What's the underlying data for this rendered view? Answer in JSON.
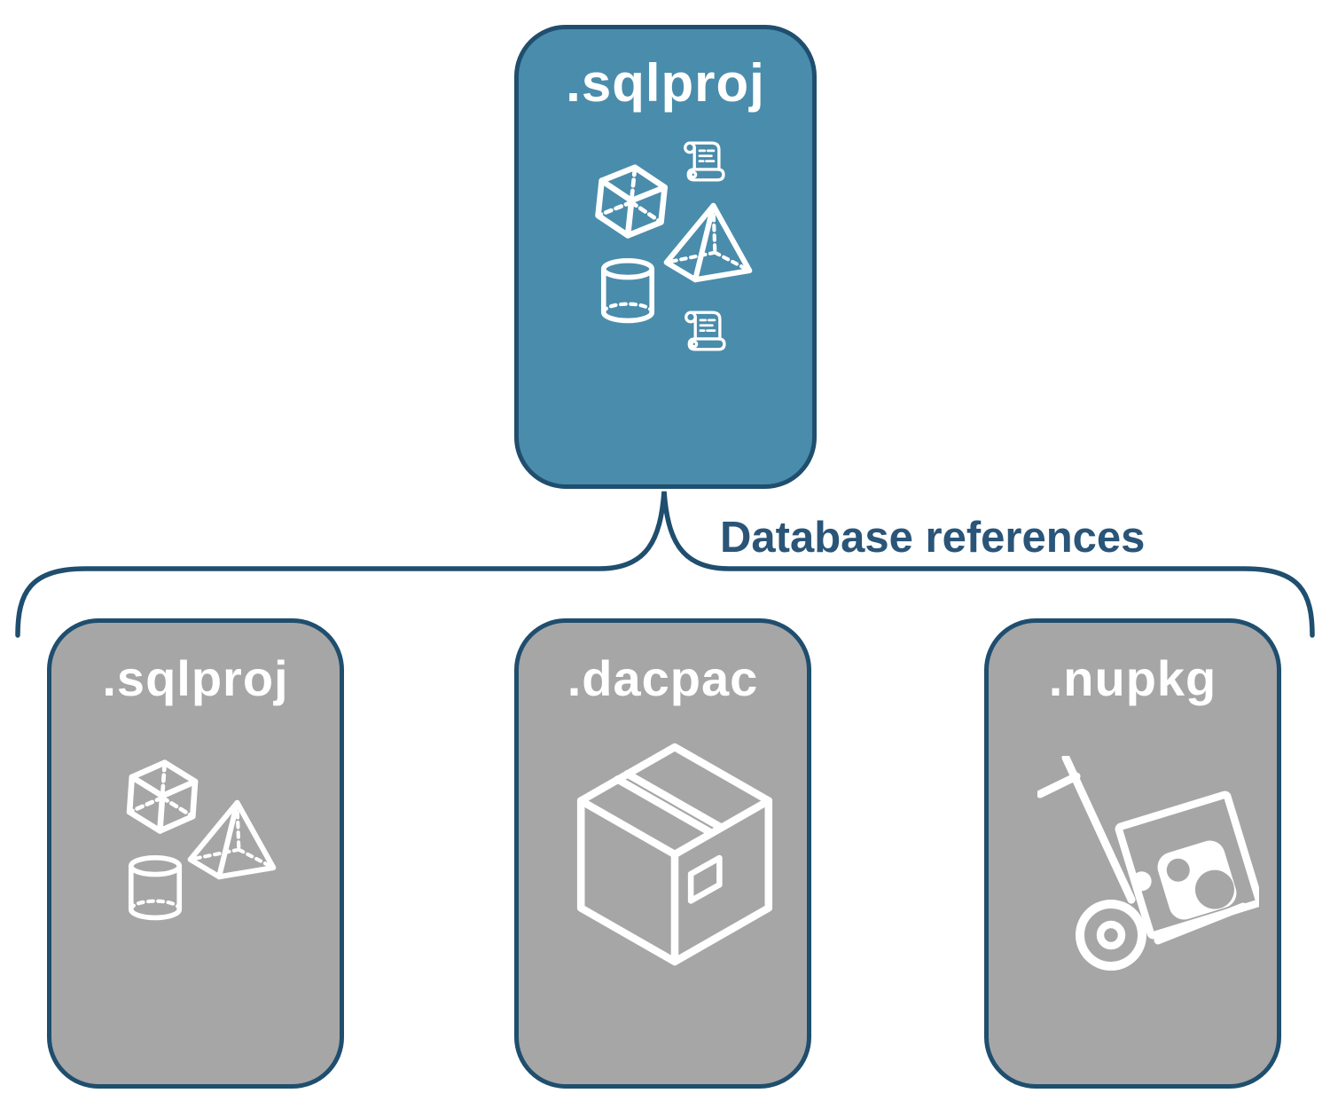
{
  "colors": {
    "teal_fill": "#4a8cab",
    "border_blue": "#1f4e6e",
    "text_blue": "#2a5578",
    "gray_fill": "#a6a6a6",
    "icon_white": "#ffffff"
  },
  "parent": {
    "label": ".sqlproj",
    "icons": [
      "scroll-icon",
      "cube-icon",
      "pyramid-icon",
      "cylinder-icon",
      "scroll-icon"
    ]
  },
  "relationship": {
    "label": "Database references"
  },
  "children": [
    {
      "label": ".sqlproj",
      "icons": [
        "cube-icon",
        "pyramid-icon",
        "cylinder-icon"
      ]
    },
    {
      "label": ".dacpac",
      "icons": [
        "package-box-icon"
      ]
    },
    {
      "label": ".nupkg",
      "icons": [
        "nuget-hand-truck-icon"
      ]
    }
  ]
}
